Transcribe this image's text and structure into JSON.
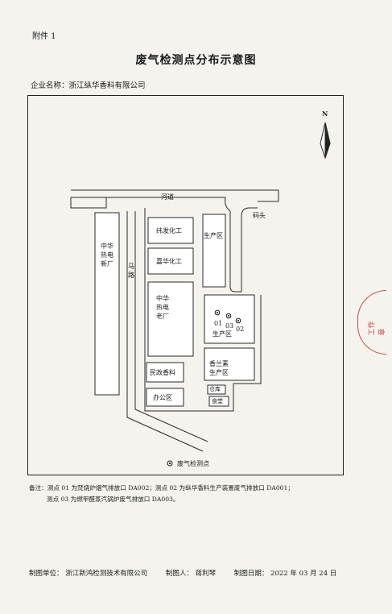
{
  "header": {
    "attachment": "附件 1",
    "title": "废气检测点分布示意图",
    "company_label": "企业名称：",
    "company_name": "浙江纵华香料有限公司"
  },
  "map": {
    "north": "N",
    "river": "河道",
    "wharf": "码头",
    "road": "马路",
    "buildings": {
      "zhonghua_new": "中华\n热电\n新厂",
      "weifa": "纬发化工",
      "jiahua": "嘉华化工",
      "zhonghua_old": "中华\n热电\n老厂",
      "production_top": "生产区",
      "production_mid": "生产区",
      "xianglan": "香兰素\n生产区",
      "minzheng": "民政香料",
      "office": "办公区",
      "warehouse": "仓库",
      "canteen": "食堂"
    },
    "points": [
      "01",
      "03",
      "02"
    ],
    "legend": "废气检测点"
  },
  "notes": {
    "line1": "备注：测点 01 为焚烧炉烟气排放口 DA002；测点 02 为纵华香料生产装置废气排放口 DA001；",
    "line2": "测点 03 为燃甲醛蒸汽锅炉废气排放口 DA003。"
  },
  "footer": {
    "maker": "制图单位：  浙江新鸿检测技术有限公司",
    "drawer": "制图人：  蒋利琴",
    "date": "制图日期：  2022 年 03 月 24 日"
  },
  "stamp": "工作章"
}
